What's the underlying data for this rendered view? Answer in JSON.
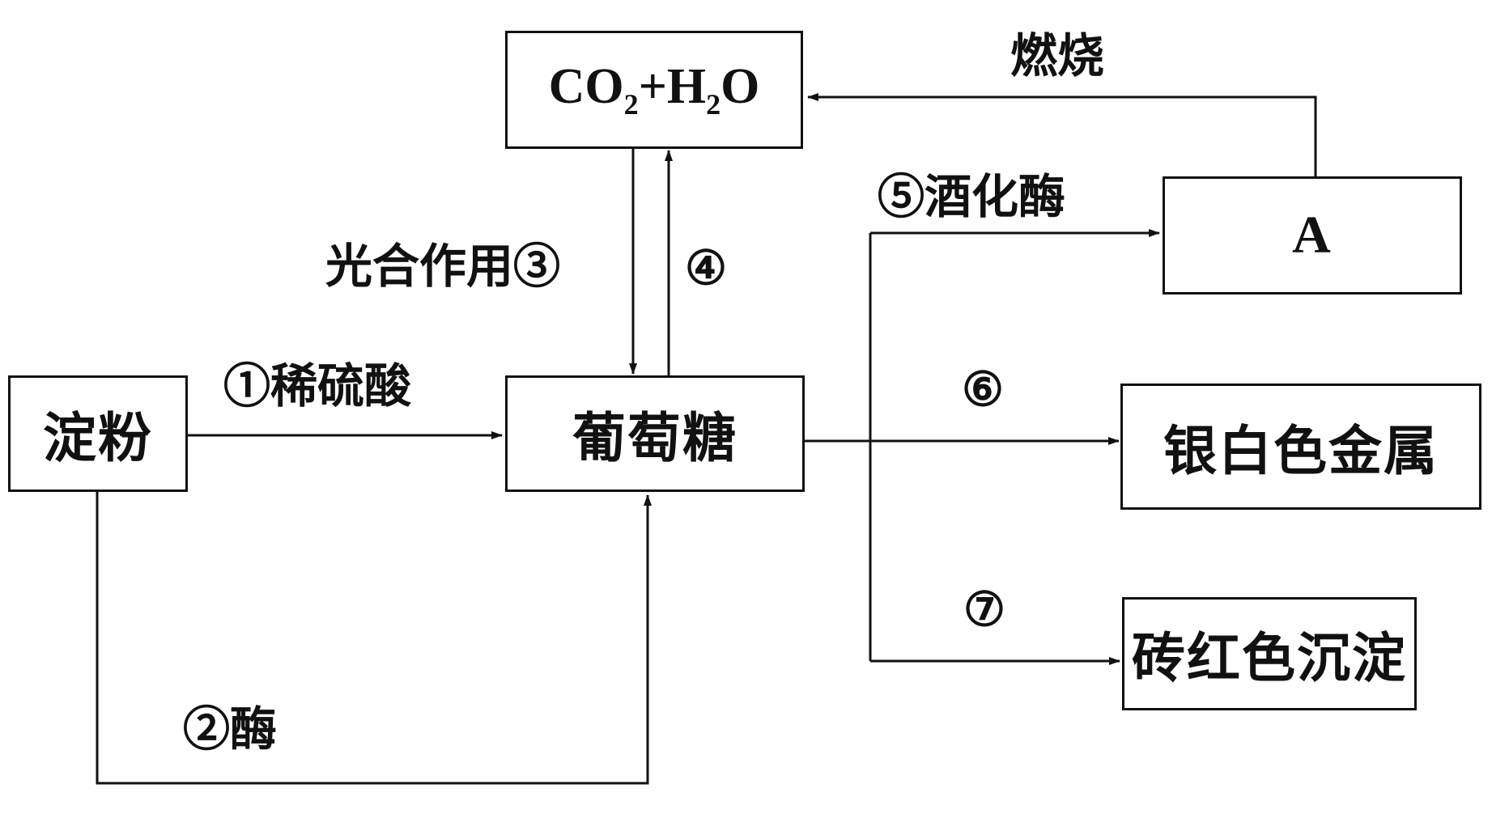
{
  "nodes": {
    "starch": "淀粉",
    "glucose": "葡萄糖",
    "co2_h2o": {
      "c": "CO",
      "sub1": "2",
      "plus": "+H",
      "sub2": "2",
      "o": "O"
    },
    "a": "A",
    "silver_metal": "银白色金属",
    "brick_red_precipitate": "砖红色沉淀"
  },
  "labels": {
    "step1": "①稀硫酸",
    "step2": "②酶",
    "step3": "光合作用③",
    "step4": "④",
    "step5": "⑤酒化酶",
    "step6": "⑥",
    "step7": "⑦",
    "burning": "燃烧"
  }
}
